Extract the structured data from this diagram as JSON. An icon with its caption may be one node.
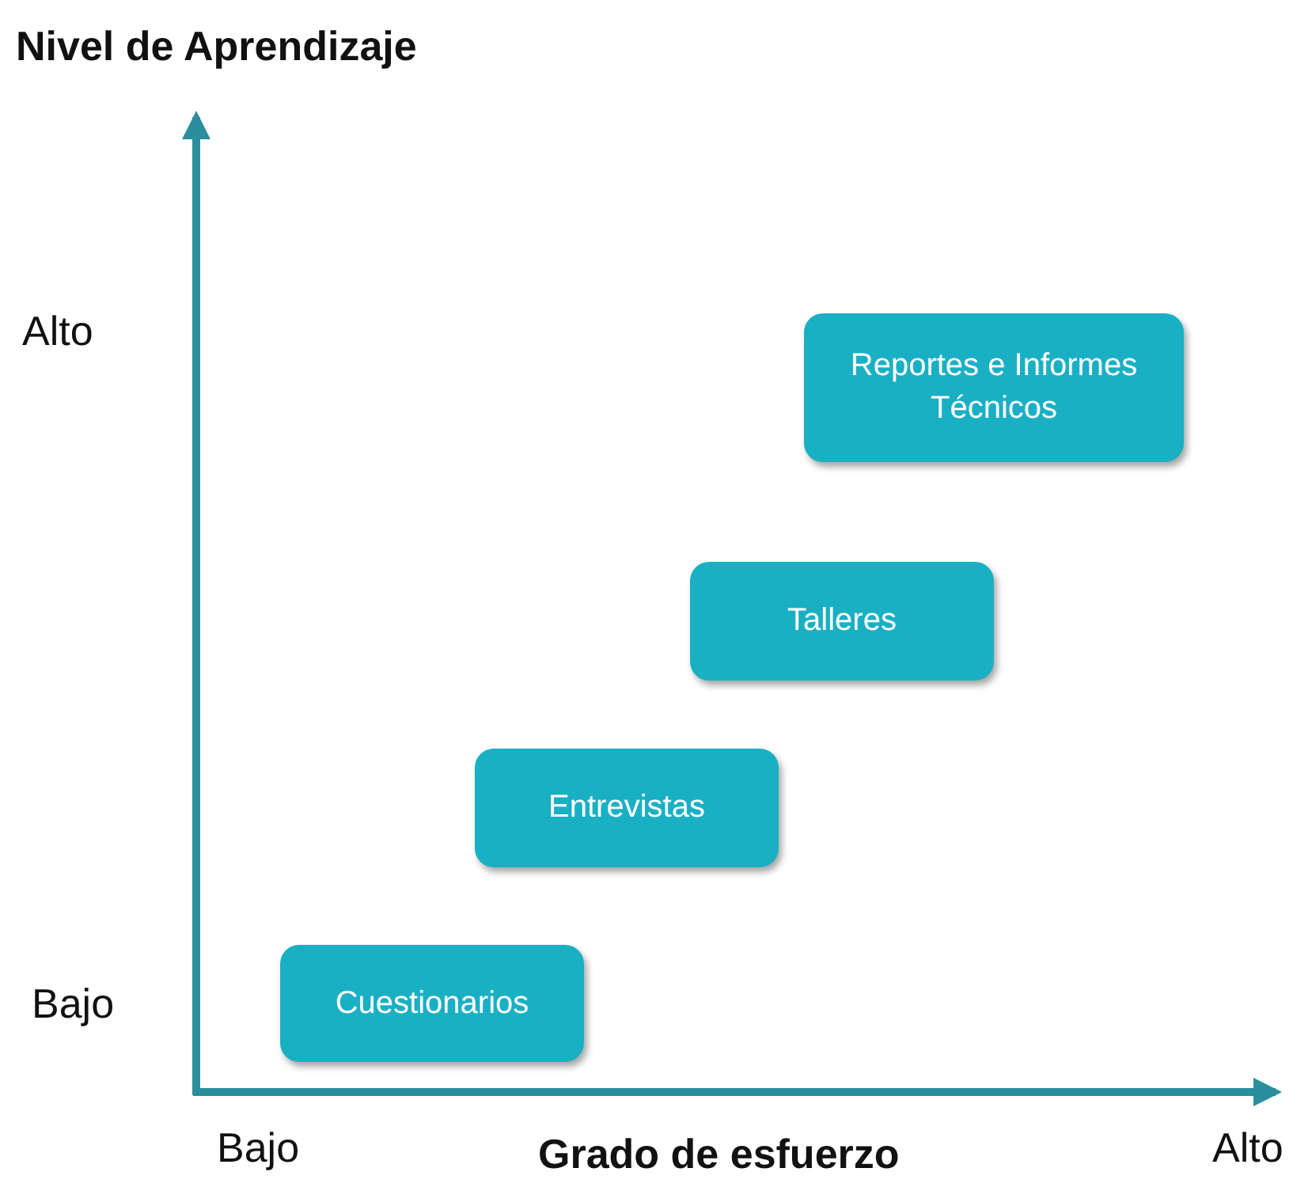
{
  "diagram": {
    "nodes": [
      {
        "text": [
          "Reportes e Informes Técnicos"
        ]
      },
      {
        "text": [
          "Talleres"
        ]
      },
      {
        "text": [
          "Entrevistas"
        ]
      },
      {
        "text": [
          "Cuestionarios"
        ]
      }
    ],
    "labels": [
      "Nivel de Aprendizaje",
      "Alto",
      "Bajo",
      "Bajo",
      "Grado de esfuerzo",
      "Alto"
    ]
  }
}
